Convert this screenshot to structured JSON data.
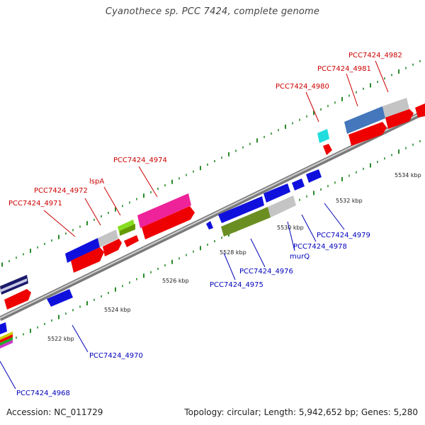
{
  "title": "Cyanothece sp. PCC 7424, complete genome",
  "footer": {
    "accession": "Accession: NC_011729",
    "summary": "Topology: circular; Length: 5,942,652 bp; Genes: 5,280"
  },
  "colors": {
    "forward_label": "#cc0000",
    "reverse_label": "#0000bb",
    "backbone": "#999999"
  },
  "scale": [
    "5522 kbp",
    "5524 kbp",
    "5526 kbp",
    "5528 kbp",
    "5530 kbp",
    "5532 kbp",
    "5534 kbp"
  ],
  "genes": [
    {
      "id": "PCC7424_4968",
      "strand": "reverse"
    },
    {
      "id": "PCC7424_4970",
      "strand": "reverse"
    },
    {
      "id": "PCC7424_4971",
      "strand": "forward"
    },
    {
      "id": "PCC7424_4972",
      "strand": "forward"
    },
    {
      "id": "lspA",
      "strand": "forward"
    },
    {
      "id": "PCC7424_4974",
      "strand": "forward"
    },
    {
      "id": "PCC7424_4975",
      "strand": "reverse"
    },
    {
      "id": "PCC7424_4976",
      "strand": "reverse"
    },
    {
      "id": "murQ",
      "strand": "reverse"
    },
    {
      "id": "PCC7424_4978",
      "strand": "reverse"
    },
    {
      "id": "PCC7424_4979",
      "strand": "reverse"
    },
    {
      "id": "PCC7424_4980",
      "strand": "forward"
    },
    {
      "id": "PCC7424_4981",
      "strand": "forward"
    },
    {
      "id": "PCC7424_4982",
      "strand": "forward"
    }
  ]
}
